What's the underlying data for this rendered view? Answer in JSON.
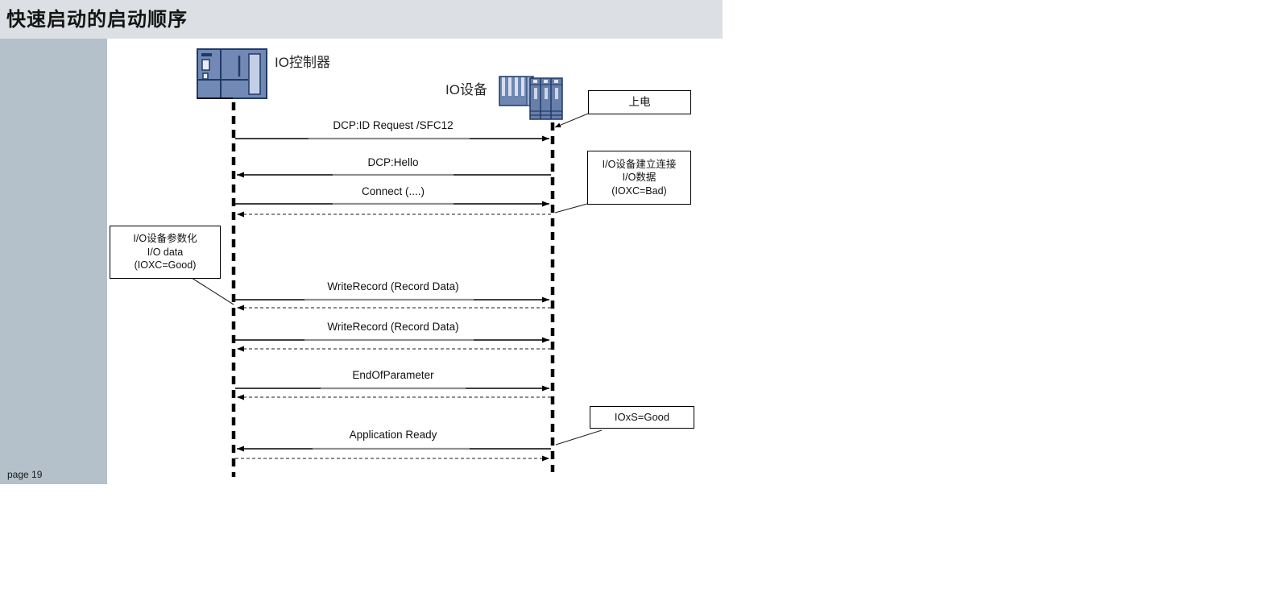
{
  "title": "快速启动的启动顺序",
  "page_label": "page 19",
  "actors": [
    {
      "id": "io-controller",
      "label": "IO控制器"
    },
    {
      "id": "io-device",
      "label": "IO设备"
    }
  ],
  "callouts": [
    {
      "id": "power-on",
      "lines": [
        "上电"
      ]
    },
    {
      "id": "device-connect",
      "lines": [
        "I/O设备建立连接",
        "I/O数据",
        "(IOXC=Bad)"
      ]
    },
    {
      "id": "device-param",
      "lines": [
        "I/O设备参数化",
        "I/O data",
        "(IOXC=Good)"
      ]
    },
    {
      "id": "ioxs-good",
      "lines": [
        "IOxS=Good"
      ]
    }
  ],
  "messages": [
    {
      "label": "DCP:ID Request /SFC12",
      "from": "controller",
      "to": "device",
      "style": "solid"
    },
    {
      "label": "DCP:Hello",
      "from": "device",
      "to": "controller",
      "style": "solid"
    },
    {
      "label": "Connect (....)",
      "from": "controller",
      "to": "device",
      "style": "solid"
    },
    {
      "label": "",
      "from": "device",
      "to": "controller",
      "style": "dashed"
    },
    {
      "label": "WriteRecord (Record Data)",
      "from": "controller",
      "to": "device",
      "style": "solid"
    },
    {
      "label": "",
      "from": "device",
      "to": "controller",
      "style": "dashed"
    },
    {
      "label": "WriteRecord (Record Data)",
      "from": "controller",
      "to": "device",
      "style": "solid"
    },
    {
      "label": "",
      "from": "device",
      "to": "controller",
      "style": "dashed"
    },
    {
      "label": "EndOfParameter",
      "from": "controller",
      "to": "device",
      "style": "solid"
    },
    {
      "label": "",
      "from": "device",
      "to": "controller",
      "style": "dashed"
    },
    {
      "label": "Application Ready",
      "from": "device",
      "to": "controller",
      "style": "solid"
    },
    {
      "label": "",
      "from": "controller",
      "to": "device",
      "style": "dashed"
    }
  ],
  "colors": {
    "title_bar_bg": "#dce0e4",
    "sidebar_bg": "#b4c1cb",
    "icon_blue": "#7289b6",
    "icon_blue_dark": "#687fa9",
    "icon_light": "#c3cfe6",
    "icon_border": "#1f3a67",
    "line_black": "#000000",
    "line_gray": "#8f8f8f"
  }
}
